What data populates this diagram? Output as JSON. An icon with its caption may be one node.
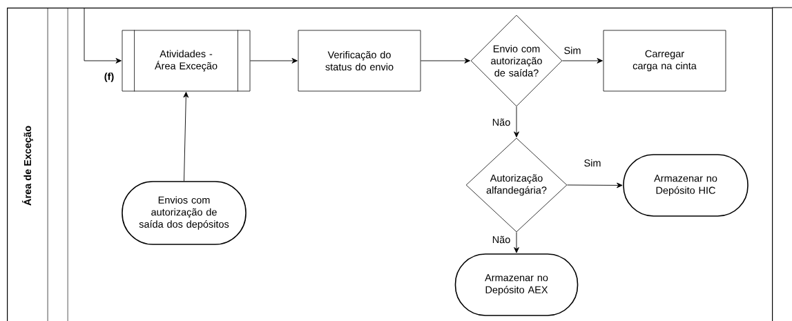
{
  "diagram": {
    "nodes": [
      {
        "text": [
          "Área de Exceção"
        ]
      },
      {
        "text": [
          "Atividades - Área Exceção"
        ],
        "in": 0
      },
      {
        "text": [
          "Verificação do status do envio"
        ],
        "in": 0
      },
      {
        "text": [
          "Envio com autorização de saída?"
        ],
        "in": 0
      },
      {
        "text": [
          "Carregar carga na cinta"
        ],
        "in": 0
      },
      {
        "text": [
          "Envios com autorização de saída dos depósitos"
        ],
        "in": 0
      },
      {
        "text": [
          "Autorização alfandegária?"
        ],
        "in": 0
      },
      {
        "text": [
          "Armazenar no Depósito HIC"
        ],
        "in": 0
      },
      {
        "text": [
          "Armazenar no Depósito AEX"
        ],
        "in": 0
      }
    ],
    "edges": [
      {
        "from": null,
        "to": 1,
        "arrow": "to",
        "label": "(f)"
      },
      {
        "from": 5,
        "to": 1,
        "arrow": "to"
      },
      {
        "from": 1,
        "to": 2,
        "arrow": "to"
      },
      {
        "from": 2,
        "to": 3,
        "arrow": "to"
      },
      {
        "from": 3,
        "to": 4,
        "arrow": "to",
        "label": "Sim"
      },
      {
        "from": 3,
        "to": 6,
        "arrow": "to",
        "label": "Não"
      },
      {
        "from": 6,
        "to": 7,
        "arrow": "to",
        "label": "Sim"
      },
      {
        "from": 6,
        "to": 8,
        "arrow": "to",
        "label": "Não"
      }
    ]
  }
}
